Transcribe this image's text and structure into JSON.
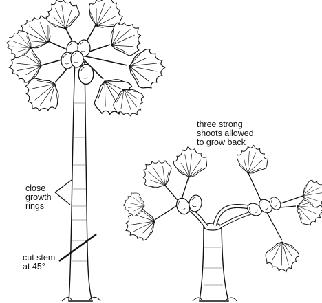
{
  "labels": {
    "shoots": [
      "three strong",
      "shoots allowed",
      "to grow back"
    ],
    "rings": [
      "close",
      "growth",
      "rings"
    ],
    "cut": [
      "cut stem",
      "at 45°"
    ]
  },
  "colors": {
    "ink": "#111111",
    "background": "#ffffff"
  }
}
